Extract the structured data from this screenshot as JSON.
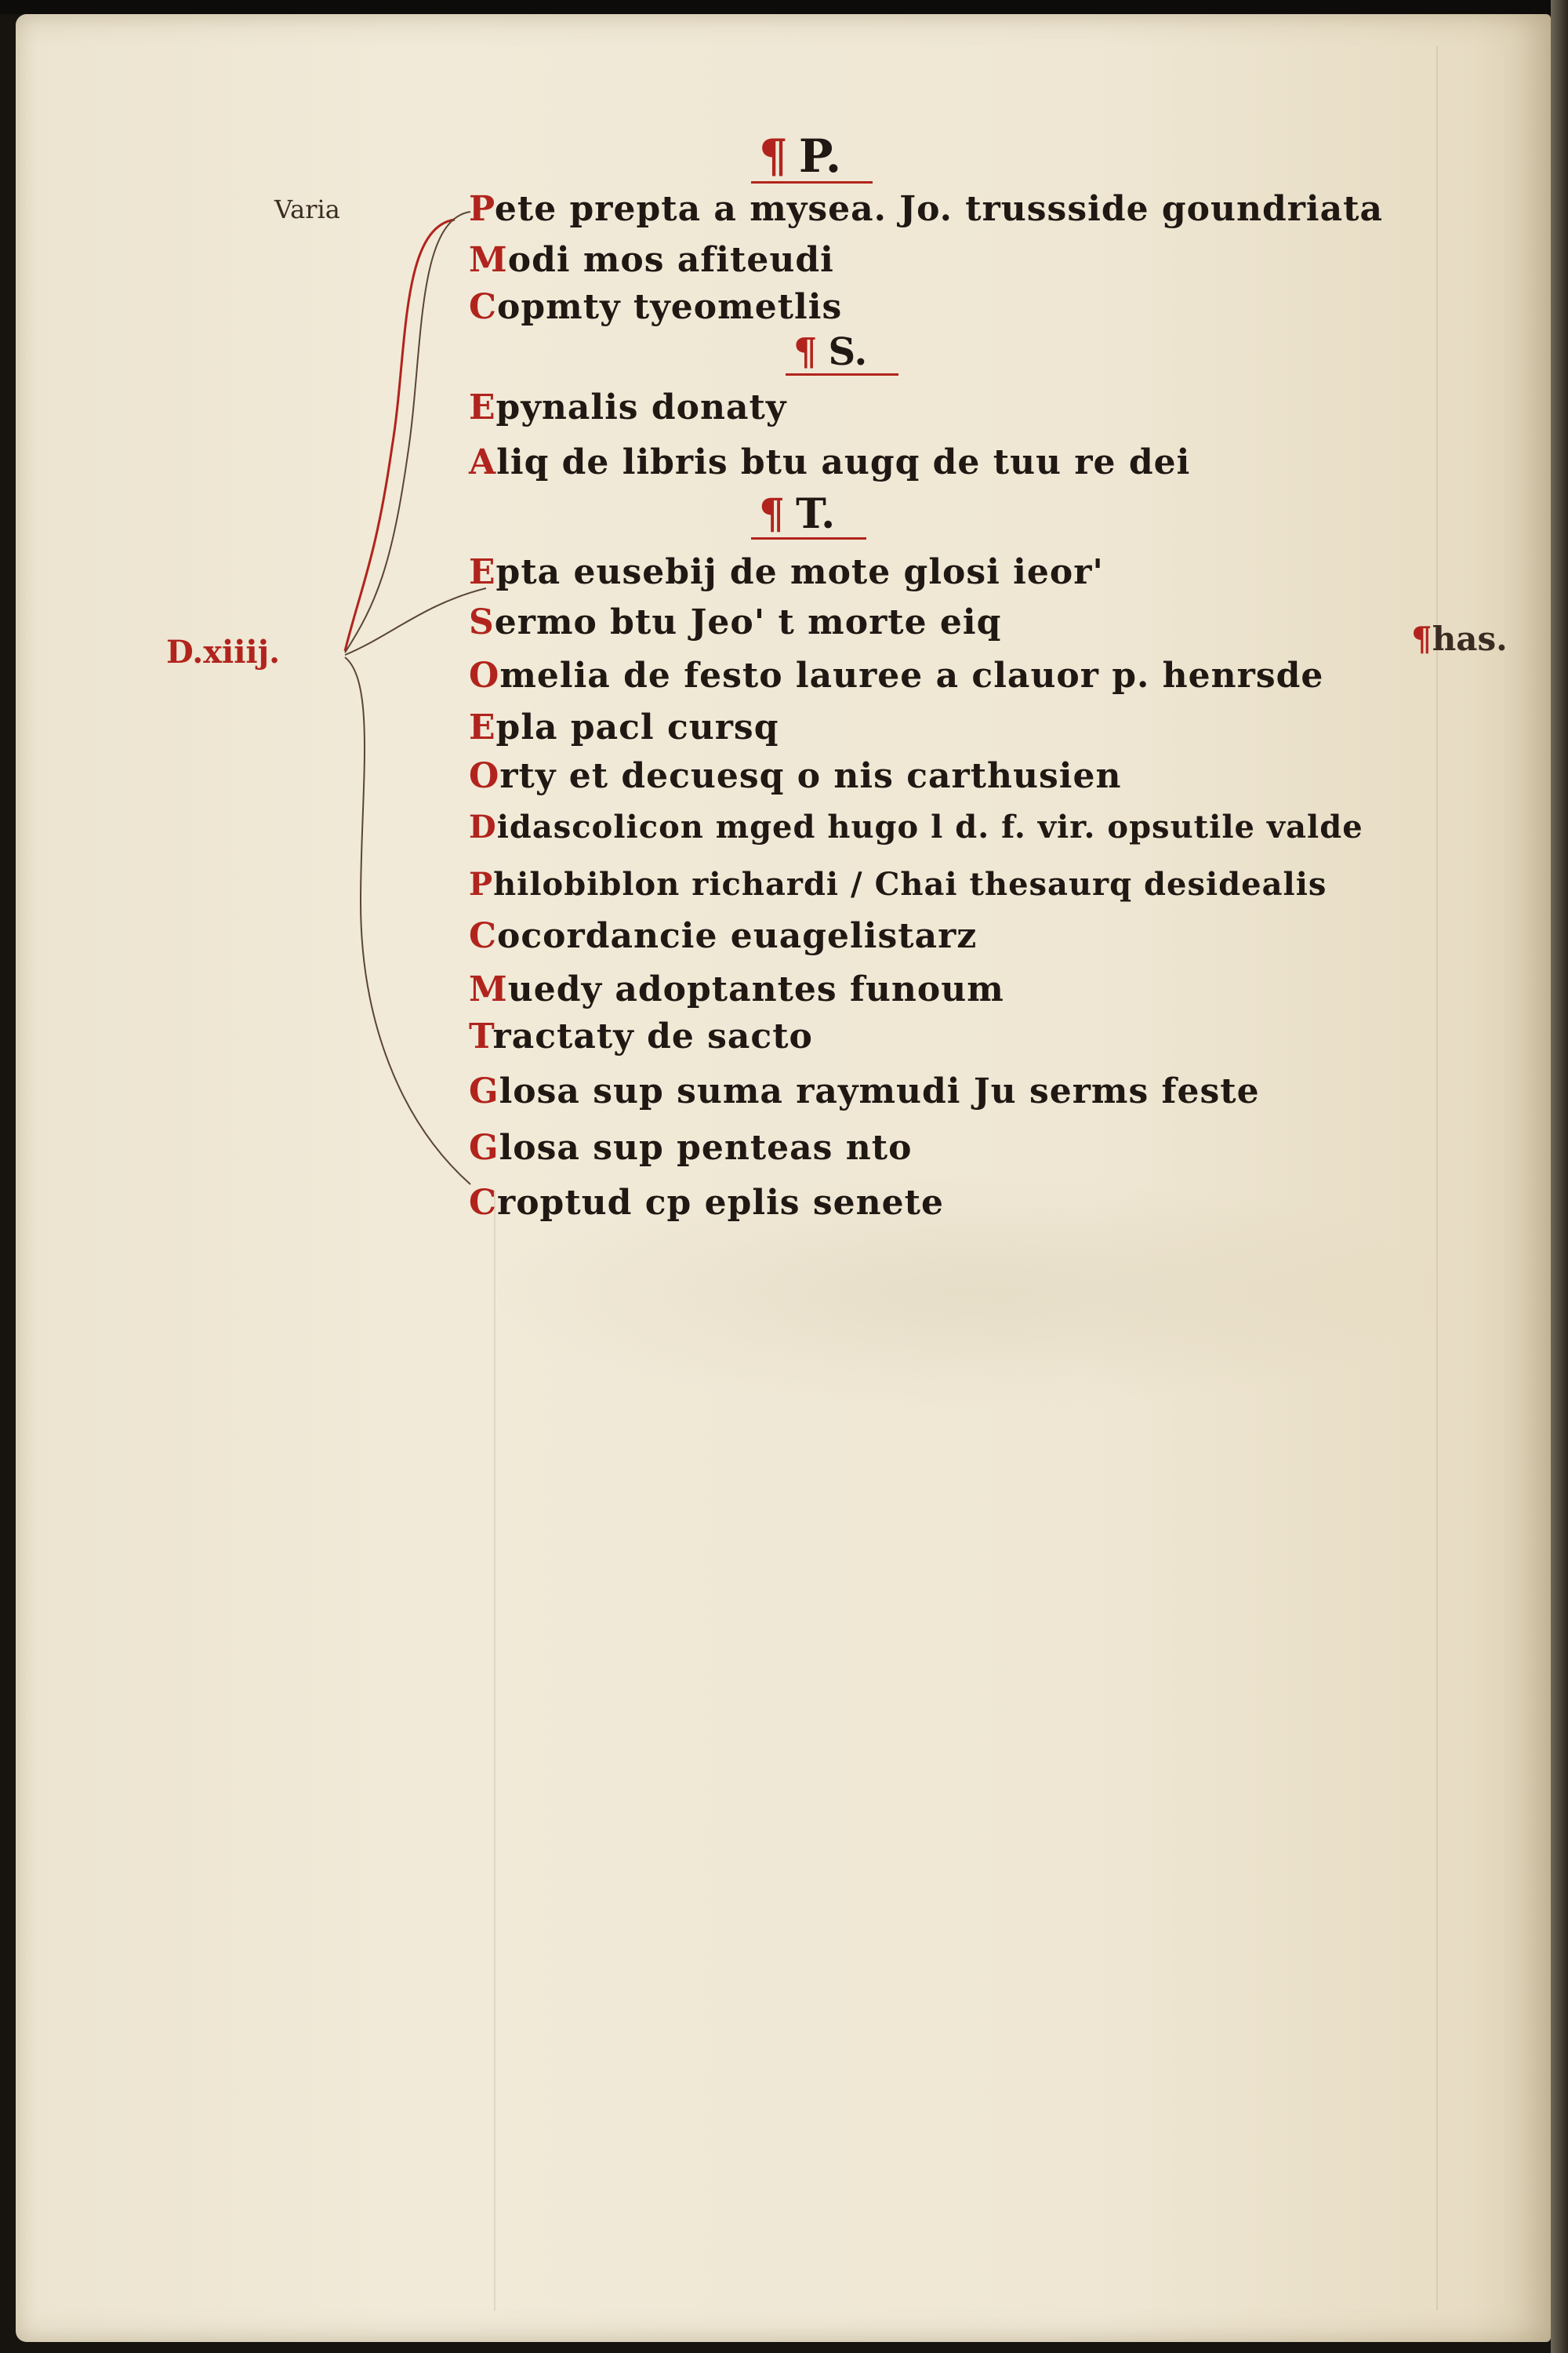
{
  "sections": {
    "p": {
      "letter": "P."
    },
    "s": {
      "letter": "S."
    },
    "t": {
      "letter": "T."
    }
  },
  "margin": {
    "varia": "Varia",
    "shelfmark": "D.xiiij.",
    "has": "has."
  },
  "entries": [
    {
      "initial": "P",
      "text": "ete prepta a mysea. Jo. trussside goundriata"
    },
    {
      "initial": "M",
      "text": "odi mos afiteudi"
    },
    {
      "initial": "C",
      "text": "opmty tyeometlis"
    },
    {
      "initial": "E",
      "text": "pynalis donaty"
    },
    {
      "initial": "A",
      "text": "liq de libris btu augq de tuu re dei"
    },
    {
      "initial": "E",
      "text": "pta eusebij de mote glosi ieor'"
    },
    {
      "initial": "S",
      "text": "ermo btu Jeo' t morte eiq"
    },
    {
      "initial": "O",
      "text": "melia de festo lauree a clauor p. henrsde"
    },
    {
      "initial": "E",
      "text": "pla pacl cursq"
    },
    {
      "initial": "O",
      "text": "rty et decuesq o nis carthusien"
    },
    {
      "initial": "D",
      "text": "idascolicon mged hugo l d. f. vir. opsutile valde"
    },
    {
      "initial": "P",
      "text": "hilobiblon richardi / Chai thesaurq desidealis"
    },
    {
      "initial": "C",
      "text": "ocordancie euagelistarz"
    },
    {
      "initial": "M",
      "text": "uedy adoptantes funoum"
    },
    {
      "initial": "T",
      "text": "ractaty de sacto"
    },
    {
      "initial": "G",
      "text": "losa sup suma raymudi Ju serms feste"
    },
    {
      "initial": "G",
      "text": "losa sup penteas nto"
    },
    {
      "initial": "C",
      "text": "roptud cp eplis senete"
    }
  ]
}
